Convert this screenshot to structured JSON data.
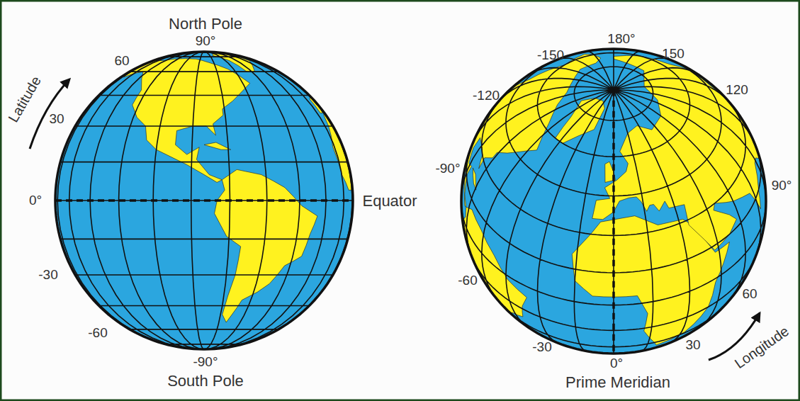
{
  "diagram": {
    "labels": [
      "North Pole",
      "90°",
      "60",
      "Latitude",
      "30",
      "0°",
      "Equator",
      "-30",
      "-60",
      "-90°",
      "South Pole",
      "-150",
      "180°",
      "150",
      "-120",
      "120",
      "-90°",
      "90°",
      "-60",
      "60",
      "Longitude",
      "-30",
      "0°",
      "30",
      "Prime Meridian"
    ]
  }
}
